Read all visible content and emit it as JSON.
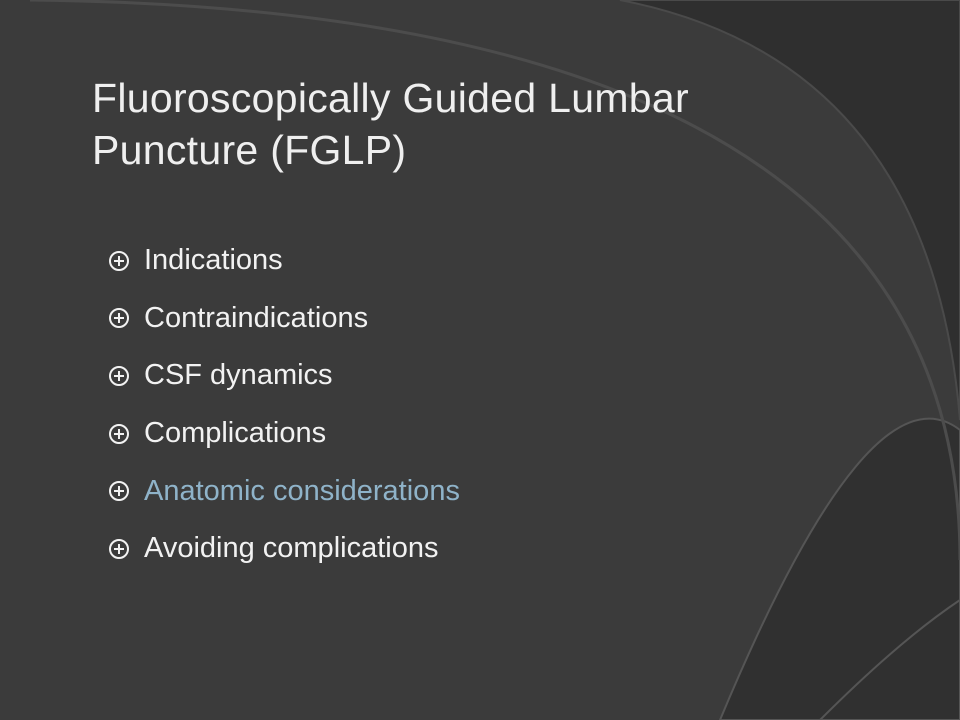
{
  "slide": {
    "title": "Fluoroscopically Guided Lumbar Puncture (FGLP)",
    "bullet_icon": "circled-plus-icon",
    "bullets": [
      {
        "label": "Indications",
        "highlighted": false
      },
      {
        "label": "Contraindications",
        "highlighted": false
      },
      {
        "label": "CSF dynamics",
        "highlighted": false
      },
      {
        "label": "Complications",
        "highlighted": false
      },
      {
        "label": "Anatomic considerations",
        "highlighted": true
      },
      {
        "label": "Avoiding complications",
        "highlighted": false
      }
    ]
  },
  "colors": {
    "background": "#3b3b3b",
    "title_text": "#efefef",
    "body_text": "#f2f2f2",
    "highlight_text": "#8fb3c9",
    "shape_edge": "#555555"
  }
}
